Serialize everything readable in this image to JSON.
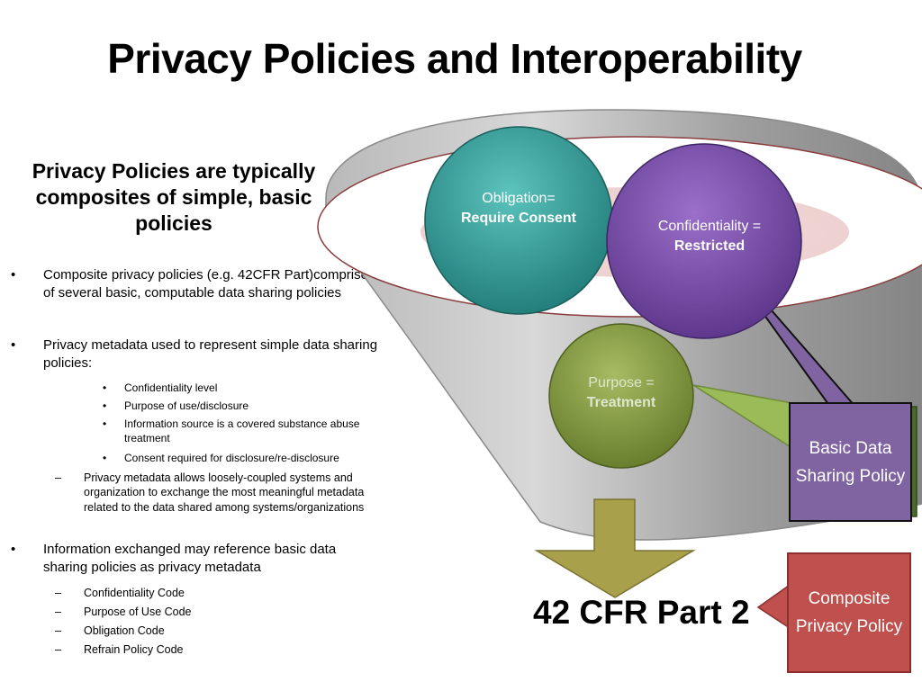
{
  "title": "Privacy Policies and Interoperability",
  "subheading": "Privacy Policies are typically composites of simple, basic policies",
  "bullets": {
    "b1": "Composite privacy policies (e.g. 42CFR Part)comprise of several basic, computable data sharing policies",
    "b2": "Privacy metadata used to represent simple data sharing policies:",
    "b2_sub": [
      "Confidentiality level",
      "Purpose of use/disclosure",
      "Information source is a covered substance abuse treatment",
      "Consent required for disclosure/re-disclosure"
    ],
    "b2_dash": "Privacy metadata allows loosely-coupled systems and organization to exchange the most meaningful metadata related to the data shared among systems/organizations",
    "b3": "Information exchanged may reference basic data sharing policies as privacy metadata",
    "b3_dash": [
      "Confidentiality Code",
      "Purpose of Use Code",
      "Obligation Code",
      "Refrain Policy Code"
    ]
  },
  "markers": {
    "bullet": "•",
    "dash": "–"
  },
  "diagram": {
    "obligation": {
      "label": "Obligation=",
      "value": "Require Consent",
      "color": "#2e9c96"
    },
    "confidentiality": {
      "label": "Confidentiality =",
      "value": "Restricted",
      "color": "#7a4fa8"
    },
    "purpose": {
      "label": "Purpose =",
      "value": "Treatment",
      "color": "#869b44"
    },
    "basic_box": {
      "text": "Basic Data Sharing Policy",
      "color": "#8064a2"
    },
    "composite_box": {
      "text": "Composite Privacy Policy",
      "color": "#c0504d"
    },
    "result": "42 CFR Part 2"
  }
}
